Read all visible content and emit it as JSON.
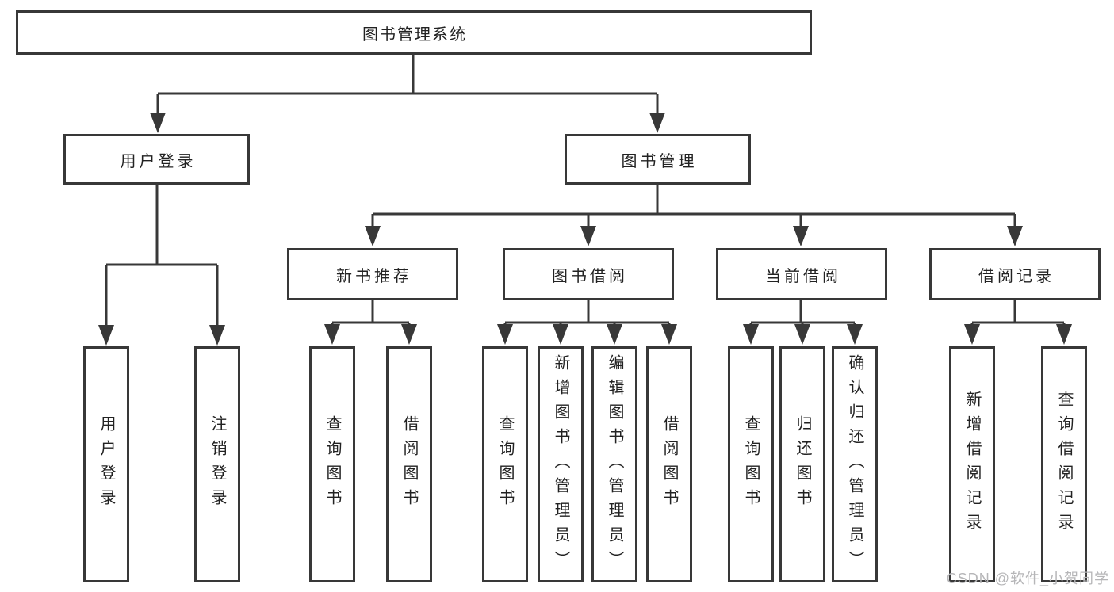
{
  "diagram_title": "图书管理系统",
  "tree": {
    "root": "图书管理系统",
    "branches": [
      {
        "label": "用户登录",
        "leaves": [
          "用户登录",
          "注销登录"
        ]
      },
      {
        "label": "图书管理",
        "groups": [
          {
            "label": "新书推荐",
            "leaves": [
              "查询图书",
              "借阅图书"
            ]
          },
          {
            "label": "图书借阅",
            "leaves": [
              "查询图书",
              "新增图书（管理员）",
              "编辑图书（管理员）",
              "借阅图书"
            ]
          },
          {
            "label": "当前借阅",
            "leaves": [
              "查询图书",
              "归还图书",
              "确认归还（管理员）"
            ]
          },
          {
            "label": "借阅记录",
            "leaves": [
              "新增借阅记录",
              "查询借阅记录"
            ]
          }
        ]
      }
    ]
  },
  "watermark": "CSDN @软件_小贺同学",
  "colors": {
    "line": "#383838",
    "box_border": "#383838",
    "text": "#222222",
    "background": "#ffffff",
    "watermark": "#b6b6b8"
  }
}
